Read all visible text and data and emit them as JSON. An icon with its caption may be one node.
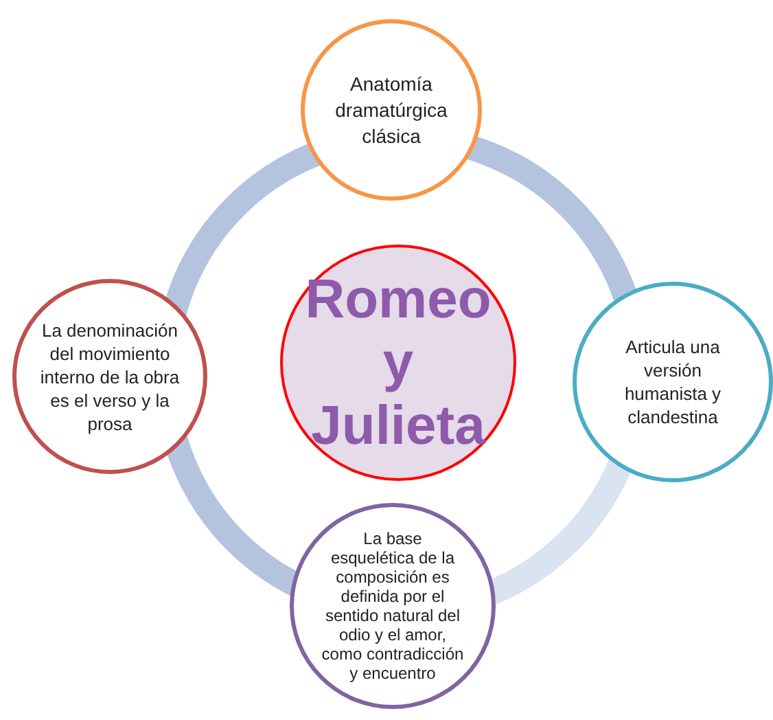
{
  "diagram": {
    "nodes": [
      {
        "text": [
          "Romeo y Julieta"
        ]
      },
      {
        "text": [
          "Anatomía dramatúrgica clásica"
        ]
      },
      {
        "text": [
          "Articula una versión humanista y clandestina"
        ]
      },
      {
        "text": [
          "La base esquelética de la composición es definida por el sentido natural del odio y el amor, como contradicción y encuentro"
        ]
      },
      {
        "text": [
          "La denominación del movimiento interno de la obra es  el verso y la prosa"
        ]
      }
    ]
  }
}
